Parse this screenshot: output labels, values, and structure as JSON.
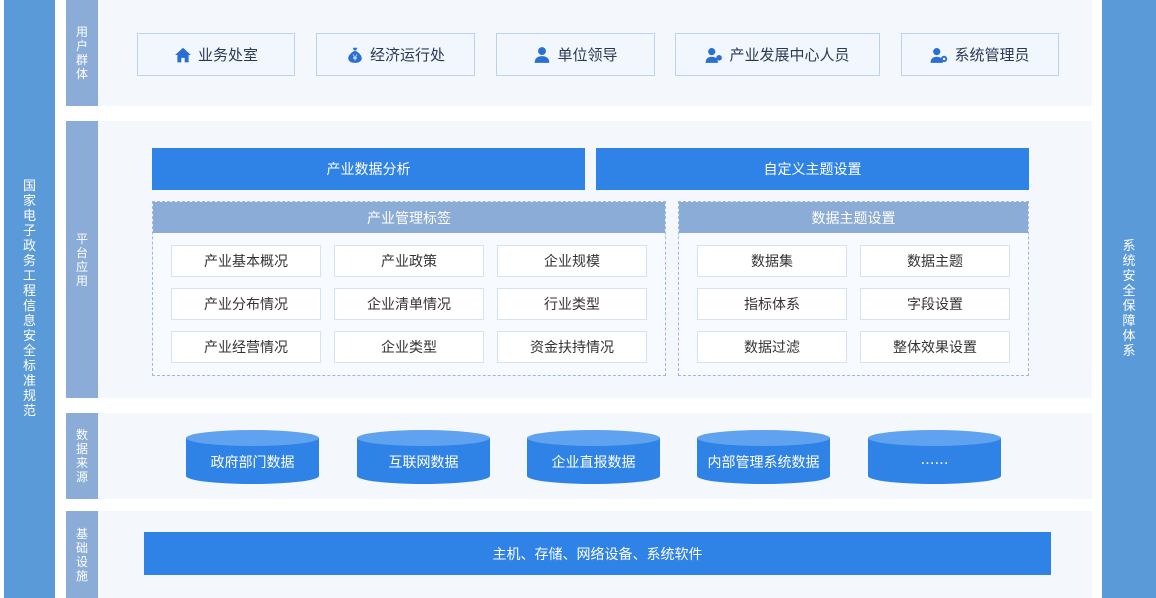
{
  "left_bar": {
    "label": "国家电子政务工程信息安全标准规范"
  },
  "right_bar": {
    "label": "系统安全保障体系"
  },
  "layers": {
    "users": "用户群体",
    "platform": "平台应用",
    "data": "数据来源",
    "infra": "基础设施"
  },
  "users": [
    {
      "label": "业务处室",
      "icon": "home-icon"
    },
    {
      "label": "经济运行处",
      "icon": "money-bag-icon"
    },
    {
      "label": "单位领导",
      "icon": "user-icon"
    },
    {
      "label": "产业发展中心人员",
      "icon": "user-group-icon"
    },
    {
      "label": "系统管理员",
      "icon": "user-admin-icon"
    }
  ],
  "platform": {
    "analysis": "产业数据分析",
    "custom_theme": "自定义主题设置",
    "tags_group": {
      "title": "产业管理标签",
      "items": [
        "产业基本概况",
        "产业政策",
        "企业规模",
        "产业分布情况",
        "企业清单情况",
        "行业类型",
        "产业经营情况",
        "企业类型",
        "资金扶持情况"
      ]
    },
    "theme_group": {
      "title": "数据主题设置",
      "items": [
        "数据集",
        "数据主题",
        "指标体系",
        "字段设置",
        "数据过滤",
        "整体效果设置"
      ]
    }
  },
  "data_sources": [
    "政府部门数据",
    "互联网数据",
    "企业直报数据",
    "内部管理系统数据",
    "……"
  ],
  "infra": {
    "label": "主机、存储、网络设备、系统软件"
  },
  "colors": {
    "accent": "#2f82e6",
    "side_bar": "#5b9ad9",
    "label_bar": "#8bacd6"
  }
}
